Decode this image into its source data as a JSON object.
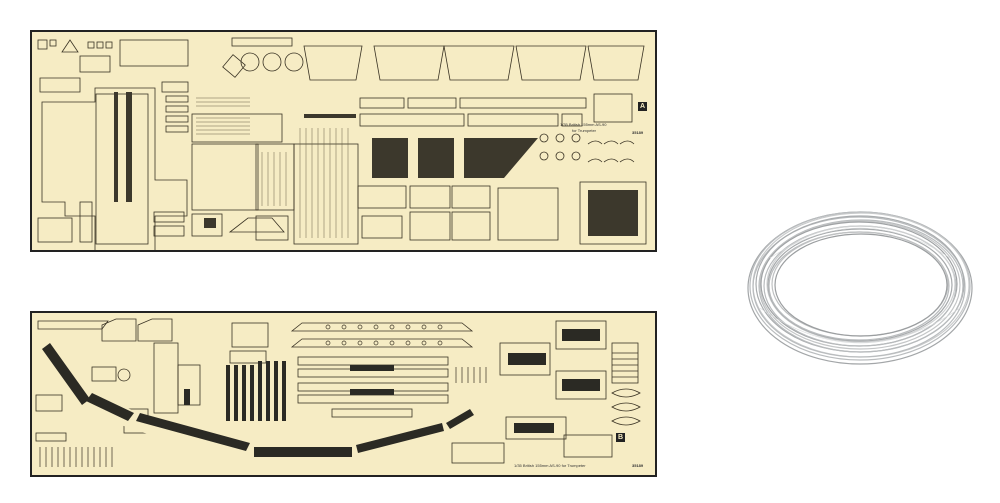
{
  "sheet_a": {
    "letter": "A",
    "logo_number": "35189",
    "caption_line1": "1/35 British 155mm AS-90",
    "caption_line2": "for Trumpeter"
  },
  "sheet_b": {
    "letter": "B",
    "logo_number": "35189",
    "caption": "1/35 British 155mm AS-90 for Trumpeter"
  },
  "colors": {
    "brass": "#f6ecc4",
    "etch_line": "#3a3324",
    "dark_fill": "#2b2a24",
    "wire": "#b9bcbe"
  }
}
